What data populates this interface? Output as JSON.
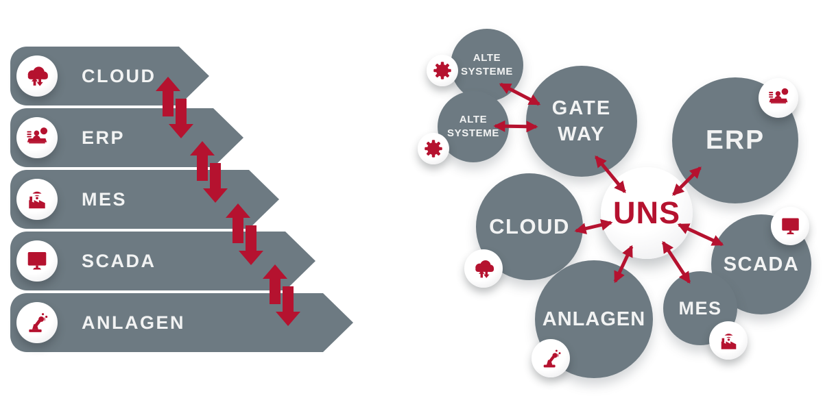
{
  "palette": {
    "gray": "#6d7a82",
    "red": "#b5122f",
    "label_text": "#f2f3f3",
    "background": "#ffffff"
  },
  "left_stack": {
    "layers": [
      {
        "label": "CLOUD",
        "icon": "cloud-sync-icon"
      },
      {
        "label": "ERP",
        "icon": "erp-desk-clock-icon"
      },
      {
        "label": "MES",
        "icon": "factory-wifi-icon"
      },
      {
        "label": "SCADA",
        "icon": "scada-monitor-icon"
      },
      {
        "label": "ANLAGEN",
        "icon": "robot-arm-icon"
      }
    ]
  },
  "uns_diagram": {
    "center": {
      "label": "UNS"
    },
    "nodes": [
      {
        "id": "alte-systeme-1",
        "line1": "ALTE",
        "line2": "SYSTEME",
        "icon": "gear-icon"
      },
      {
        "id": "alte-systeme-2",
        "line1": "ALTE",
        "line2": "SYSTEME",
        "icon": "gear-icon"
      },
      {
        "id": "gateway",
        "line1": "GATE",
        "line2": "WAY"
      },
      {
        "id": "erp",
        "label": "ERP",
        "icon": "erp-desk-clock-icon"
      },
      {
        "id": "cloud",
        "label": "CLOUD",
        "icon": "cloud-sync-icon"
      },
      {
        "id": "scada",
        "label": "SCADA",
        "icon": "scada-monitor-icon"
      },
      {
        "id": "anlagen",
        "label": "ANLAGEN",
        "icon": "robot-arm-icon"
      },
      {
        "id": "mes",
        "label": "MES",
        "icon": "factory-wifi-icon"
      }
    ]
  }
}
